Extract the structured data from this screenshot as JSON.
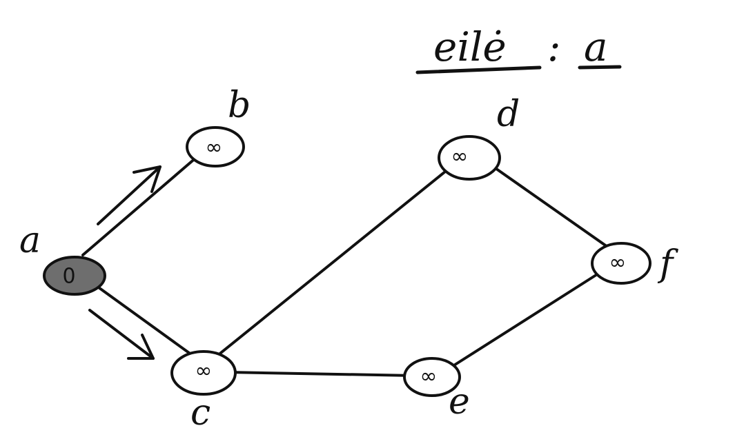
{
  "queue": {
    "label": "eilė",
    "separator": ":",
    "contents": "a"
  },
  "nodes": [
    {
      "id": "a",
      "label": "a",
      "distance": "0",
      "visited": true
    },
    {
      "id": "b",
      "label": "b",
      "distance": "∞",
      "visited": false
    },
    {
      "id": "c",
      "label": "c",
      "distance": "∞",
      "visited": false
    },
    {
      "id": "d",
      "label": "d",
      "distance": "∞",
      "visited": false
    },
    {
      "id": "e",
      "label": "e",
      "distance": "∞",
      "visited": false
    },
    {
      "id": "f",
      "label": "f",
      "distance": "∞",
      "visited": false
    }
  ],
  "edges": [
    [
      "a",
      "b"
    ],
    [
      "a",
      "c"
    ],
    [
      "c",
      "d"
    ],
    [
      "c",
      "e"
    ],
    [
      "d",
      "f"
    ],
    [
      "e",
      "f"
    ]
  ],
  "colors": {
    "ink": "#111111",
    "visited_fill": "#6e6e6e",
    "background": "#ffffff"
  }
}
